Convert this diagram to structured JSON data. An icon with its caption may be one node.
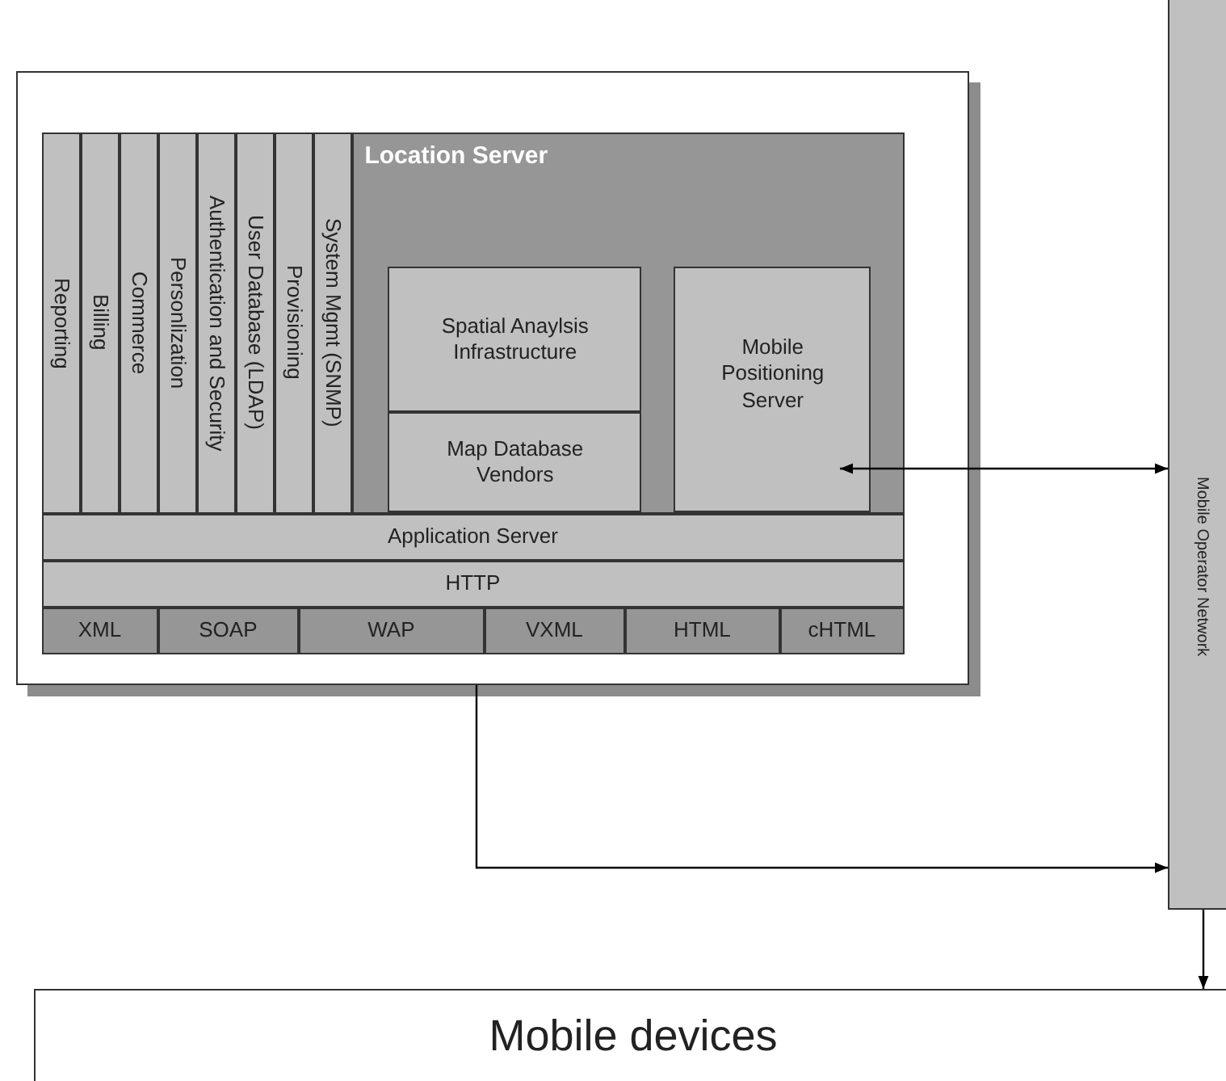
{
  "diagram": {
    "nodes": [
      {
        "text": [],
        "shape": "box"
      },
      {
        "text": [
          "Reporting"
        ],
        "in": 0
      },
      {
        "text": [
          "Billing"
        ],
        "in": 0
      },
      {
        "text": [
          "Commerce"
        ],
        "in": 0
      },
      {
        "text": [
          "Personlization"
        ],
        "in": 0
      },
      {
        "text": [
          "Authentication and Security"
        ],
        "in": 0
      },
      {
        "text": [
          "User Database (LDAP)"
        ],
        "in": 0
      },
      {
        "text": [
          "Provisioning"
        ],
        "in": 0
      },
      {
        "text": [
          "System Mgmt (SNMP)"
        ],
        "in": 0
      },
      {
        "text": [
          "Location Server"
        ],
        "in": 0
      },
      {
        "text": [
          "Spatial Anaylsis Infrastructure"
        ],
        "in": 9
      },
      {
        "text": [
          "Map Database Vendors"
        ],
        "in": 9
      },
      {
        "text": [
          "Mobile Positioning Server"
        ],
        "in": 9
      },
      {
        "text": [
          "Application Server"
        ],
        "in": 0
      },
      {
        "text": [
          "HTTP"
        ],
        "in": 0
      },
      {
        "text": [
          "XML"
        ],
        "in": 0
      },
      {
        "text": [
          "SOAP"
        ],
        "in": 0
      },
      {
        "text": [
          "WAP"
        ],
        "in": 0
      },
      {
        "text": [
          "VXML"
        ],
        "in": 0
      },
      {
        "text": [
          "HTML"
        ],
        "in": 0
      },
      {
        "text": [
          "cHTML"
        ],
        "in": 0
      },
      {
        "text": [
          "Mobile Operator Network"
        ]
      },
      {
        "text": [
          "Mobile devices"
        ]
      }
    ],
    "edges": [
      {
        "from": 12,
        "to": 21,
        "arrow": "both"
      },
      {
        "from": 0,
        "to": 21,
        "arrow": "to"
      },
      {
        "from": 21,
        "to": 22,
        "arrow": "to"
      }
    ]
  }
}
